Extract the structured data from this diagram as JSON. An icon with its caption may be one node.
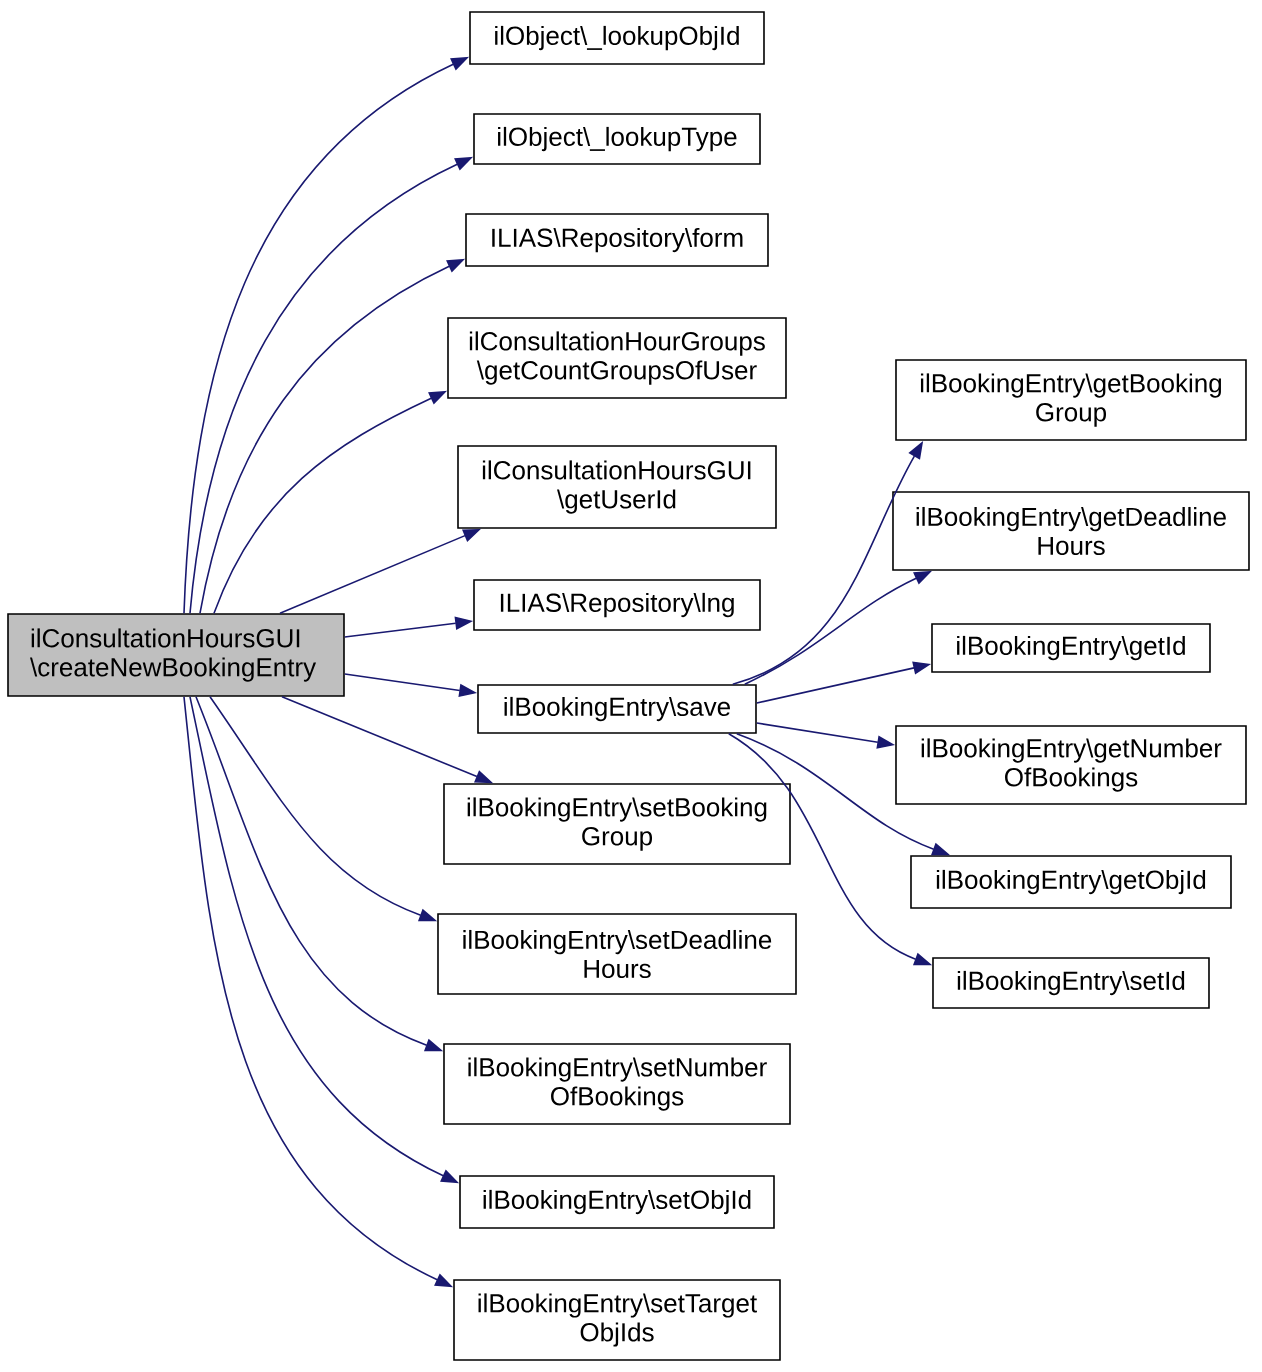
{
  "diagram": {
    "nodes": [
      {
        "text": [
          "ilConsultationHoursGUI \\createNewBookingEntry"
        ]
      },
      {
        "text": [
          "ilObject\\_lookupObjId"
        ]
      },
      {
        "text": [
          "ilObject\\_lookupType"
        ]
      },
      {
        "text": [
          "ILIAS\\Repository\\form"
        ]
      },
      {
        "text": [
          "ilConsultationHourGroups \\getCountGroupsOfUser"
        ]
      },
      {
        "text": [
          "ilConsultationHoursGUI \\getUserId"
        ]
      },
      {
        "text": [
          "ILIAS\\Repository\\lng"
        ]
      },
      {
        "text": [
          "ilBookingEntry\\save"
        ]
      },
      {
        "text": [
          "ilBookingEntry\\setBooking Group"
        ]
      },
      {
        "text": [
          "ilBookingEntry\\setDeadline Hours"
        ]
      },
      {
        "text": [
          "ilBookingEntry\\setNumber OfBookings"
        ]
      },
      {
        "text": [
          "ilBookingEntry\\setObjId"
        ]
      },
      {
        "text": [
          "ilBookingEntry\\setTarget ObjIds"
        ]
      },
      {
        "text": [
          "ilBookingEntry\\getBooking Group"
        ]
      },
      {
        "text": [
          "ilBookingEntry\\getDeadline Hours"
        ]
      },
      {
        "text": [
          "ilBookingEntry\\getId"
        ]
      },
      {
        "text": [
          "ilBookingEntry\\getNumber OfBookings"
        ]
      },
      {
        "text": [
          "ilBookingEntry\\getObjId"
        ]
      },
      {
        "text": [
          "ilBookingEntry\\setId"
        ]
      }
    ],
    "edges": [
      {
        "from": 0,
        "to": 1,
        "arrow": "to"
      },
      {
        "from": 0,
        "to": 2,
        "arrow": "to"
      },
      {
        "from": 0,
        "to": 3,
        "arrow": "to"
      },
      {
        "from": 0,
        "to": 4,
        "arrow": "to"
      },
      {
        "from": 0,
        "to": 5,
        "arrow": "to"
      },
      {
        "from": 0,
        "to": 6,
        "arrow": "to"
      },
      {
        "from": 0,
        "to": 7,
        "arrow": "to"
      },
      {
        "from": 0,
        "to": 8,
        "arrow": "to"
      },
      {
        "from": 0,
        "to": 9,
        "arrow": "to"
      },
      {
        "from": 0,
        "to": 10,
        "arrow": "to"
      },
      {
        "from": 0,
        "to": 11,
        "arrow": "to"
      },
      {
        "from": 0,
        "to": 12,
        "arrow": "to"
      },
      {
        "from": 7,
        "to": 13,
        "arrow": "to"
      },
      {
        "from": 7,
        "to": 14,
        "arrow": "to"
      },
      {
        "from": 7,
        "to": 15,
        "arrow": "to"
      },
      {
        "from": 7,
        "to": 16,
        "arrow": "to"
      },
      {
        "from": 7,
        "to": 17,
        "arrow": "to"
      },
      {
        "from": 7,
        "to": 18,
        "arrow": "to"
      }
    ]
  }
}
